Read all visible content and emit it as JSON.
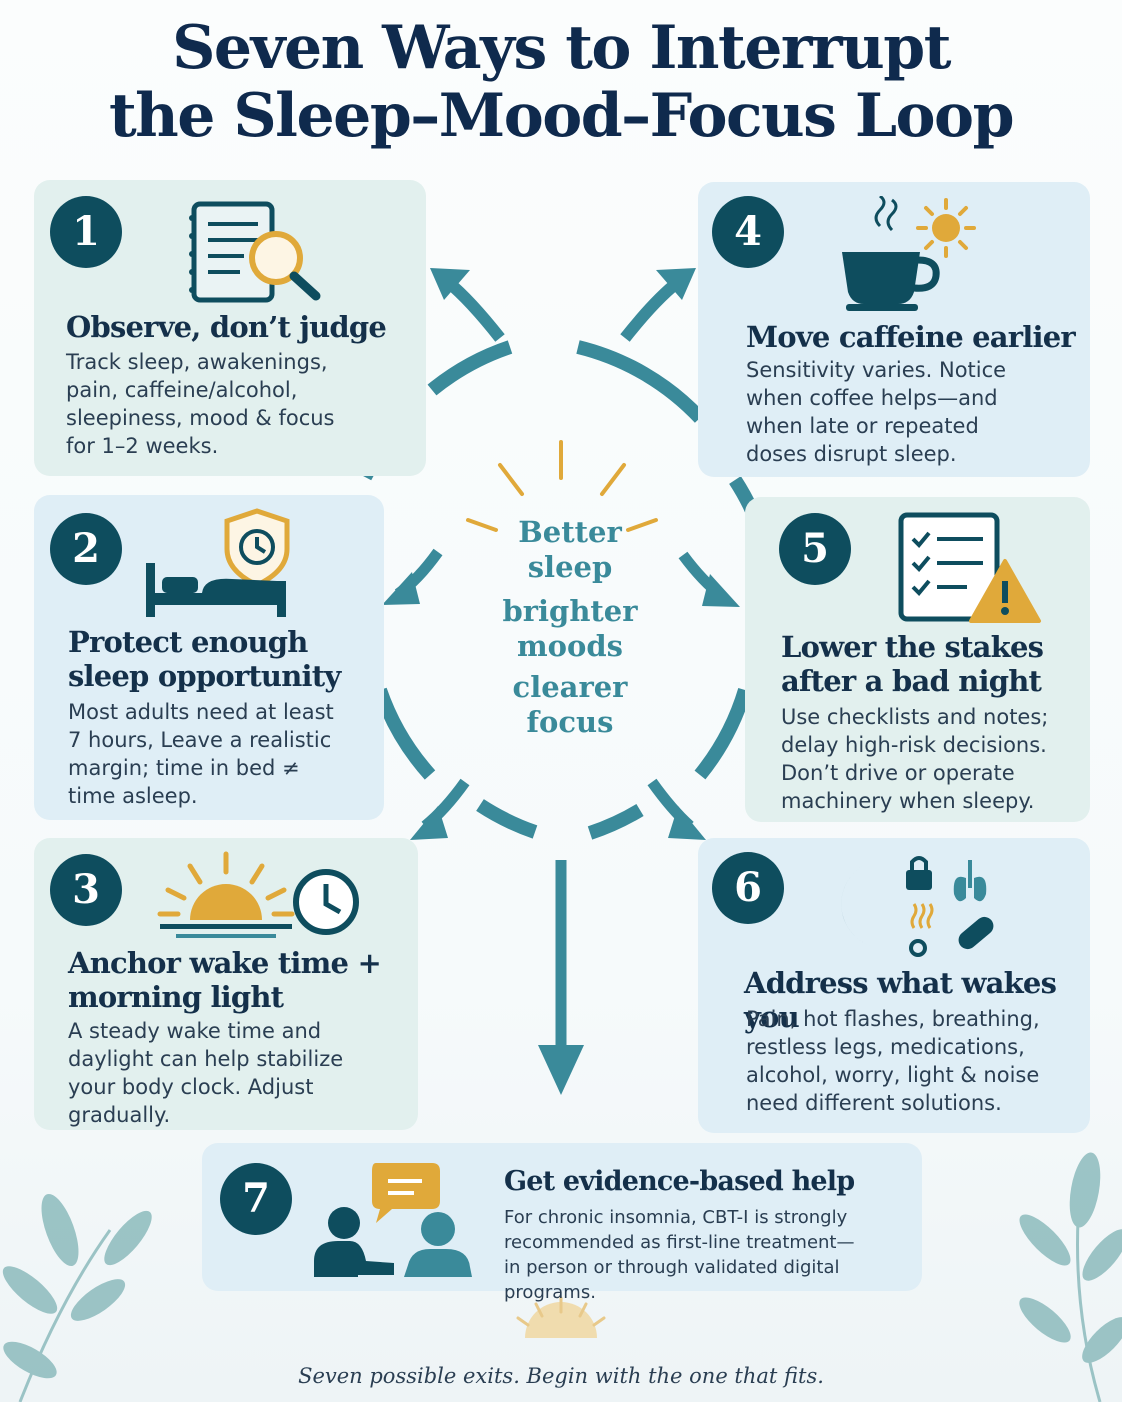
{
  "title": {
    "line1": "Seven Ways to Interrupt",
    "line2": "the Sleep–Mood–Focus Loop"
  },
  "center": {
    "line1": "Better",
    "line2": "sleep",
    "line3": "brighter",
    "line4": "moods",
    "line5": "clearer",
    "line6": "focus"
  },
  "steps": [
    {
      "number": "1",
      "title": "Observe, don’t judge",
      "lines": [
        "Track sleep, awakenings,",
        "pain, caffeine/alcohol,",
        "sleepiness, mood & focus",
        "for 1–2 weeks."
      ],
      "icon": "journal-magnifier-icon"
    },
    {
      "number": "2",
      "title_lines": [
        "Protect enough",
        "sleep opportunity"
      ],
      "lines": [
        "Most adults need at least",
        "7 hours, Leave a realistic",
        "margin; time in bed ≠",
        "time asleep."
      ],
      "icon": "bed-shield-clock-icon"
    },
    {
      "number": "3",
      "title_lines": [
        "Anchor wake time +",
        "morning light"
      ],
      "lines": [
        "A steady wake time and",
        "daylight can help stabilize",
        "your body clock. Adjust",
        "gradually."
      ],
      "icon": "sunrise-clock-icon"
    },
    {
      "number": "4",
      "title": "Move caffeine earlier",
      "lines": [
        "Sensitivity varies. Notice",
        "when coffee helps—and",
        "when late or repeated",
        "doses disrupt sleep."
      ],
      "icon": "coffee-sun-icon"
    },
    {
      "number": "5",
      "title_lines": [
        "Lower the stakes",
        "after a bad night"
      ],
      "lines": [
        "Use checklists and notes;",
        "delay high-risk decisions.",
        "Don’t drive or operate",
        "machinery when sleepy."
      ],
      "icon": "checklist-warning-icon"
    },
    {
      "number": "6",
      "title": "Address what wakes you",
      "lines": [
        "Pain, hot flashes, breathing,",
        "restless legs, medications,",
        "alcohol, worry, light & noise",
        "need different solutions."
      ],
      "icon": "moon-triggers-icon"
    },
    {
      "number": "7",
      "title": "Get evidence-based help",
      "lines": [
        "For chronic insomnia, CBT-I is strongly",
        "recommended as first-line treatment—",
        "in person or through validated digital programs."
      ],
      "icon": "therapy-conversation-icon"
    }
  ],
  "footer": "Seven possible exits. Begin with the one that fits.",
  "colors": {
    "navy": "#0f2a4d",
    "teal": "#3a8a9a",
    "dark_teal": "#0e4d5e",
    "gold": "#e0a93a",
    "card_green": "#e2f0ee",
    "card_blue": "#dfeef6"
  }
}
